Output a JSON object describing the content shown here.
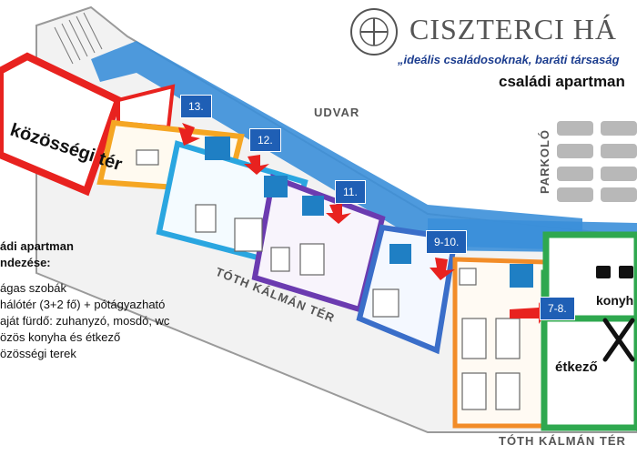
{
  "header": {
    "brand": "CISZTERCI HÁ",
    "slogan": "„ideális családosoknak, baráti társaság",
    "subtitle": "családi apartman"
  },
  "labels": {
    "community": "közösségi tér",
    "yard": "UDVAR",
    "parking": "PARKOLÓ",
    "street1": "TÓTH KÁLMÁN TÉR",
    "street2": "TÓTH KÁLMÁN TÉR",
    "dining": "étkező",
    "kitchen": "konyh"
  },
  "rooms": [
    {
      "id": "13",
      "label": "13."
    },
    {
      "id": "12",
      "label": "12."
    },
    {
      "id": "11",
      "label": "11."
    },
    {
      "id": "9-10",
      "label": "9-10."
    },
    {
      "id": "7-8",
      "label": "7-8."
    }
  ],
  "info": {
    "title1": "ádi apartman",
    "title2": "ndezése:",
    "items": [
      "ágas szobák",
      " hálótér (3+2 fő) + pótágyazható",
      "aját fürdő: zuhanyzó, mosdó, wc",
      "özös konyha és étkező",
      "özösségi terek"
    ]
  },
  "colors": {
    "corridor": "#3b8fd9",
    "community": "#e8221f",
    "room13": "#f5a623",
    "room12": "#2aa6e0",
    "room11": "#6b3bb0",
    "room9_10": "#3a6ec9",
    "room7_8": "#f28c28",
    "dining": "#2fa84f",
    "tag": "#1f5fb5"
  }
}
